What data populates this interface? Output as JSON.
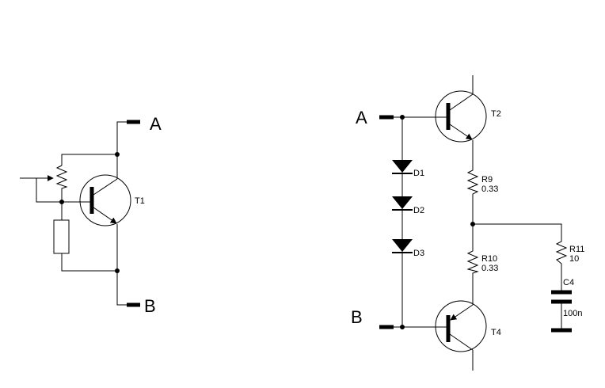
{
  "left_circuit": {
    "terminal_a": "A",
    "terminal_b": "B",
    "transistor": "T1"
  },
  "right_circuit": {
    "terminal_a": "A",
    "terminal_b": "B",
    "transistor_top": "T2",
    "transistor_bottom": "T4",
    "diodes": [
      "D1",
      "D2",
      "D3"
    ],
    "r9": {
      "name": "R9",
      "value": "0.33"
    },
    "r10": {
      "name": "R10",
      "value": "0.33"
    },
    "r11": {
      "name": "R11",
      "value": "10"
    },
    "c4": {
      "name": "C4",
      "value": "100n"
    }
  }
}
